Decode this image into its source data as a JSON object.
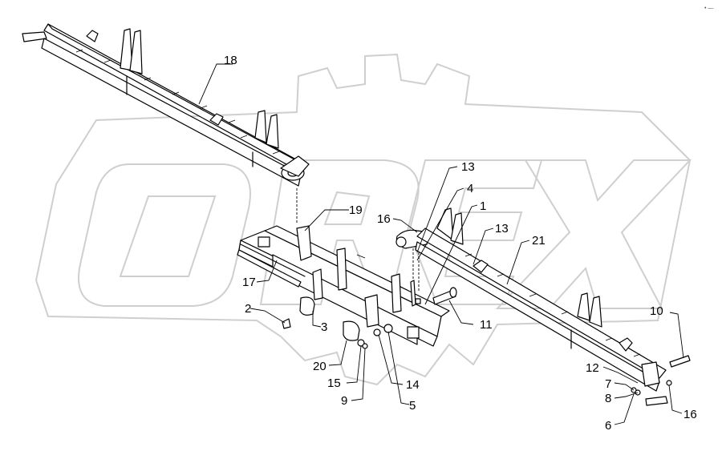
{
  "callouts": [
    {
      "id": "c1",
      "text": "1"
    },
    {
      "id": "c2",
      "text": "2"
    },
    {
      "id": "c3",
      "text": "3"
    },
    {
      "id": "c4",
      "text": "4"
    },
    {
      "id": "c5",
      "text": "5"
    },
    {
      "id": "c6",
      "text": "6"
    },
    {
      "id": "c7",
      "text": "7"
    },
    {
      "id": "c8",
      "text": "8"
    },
    {
      "id": "c9",
      "text": "9"
    },
    {
      "id": "c10",
      "text": "10"
    },
    {
      "id": "c11",
      "text": "11"
    },
    {
      "id": "c12",
      "text": "12"
    },
    {
      "id": "c13a",
      "text": "13"
    },
    {
      "id": "c13b",
      "text": "13"
    },
    {
      "id": "c14",
      "text": "14"
    },
    {
      "id": "c15",
      "text": "15"
    },
    {
      "id": "c16a",
      "text": "16"
    },
    {
      "id": "c16b",
      "text": "16"
    },
    {
      "id": "c17",
      "text": "17"
    },
    {
      "id": "c18",
      "text": "18"
    },
    {
      "id": "c19",
      "text": "19"
    },
    {
      "id": "c20",
      "text": "20"
    },
    {
      "id": "c21",
      "text": "21"
    }
  ],
  "watermark": {
    "text": "OREX"
  },
  "corner_mark": {
    "text": "• —"
  }
}
